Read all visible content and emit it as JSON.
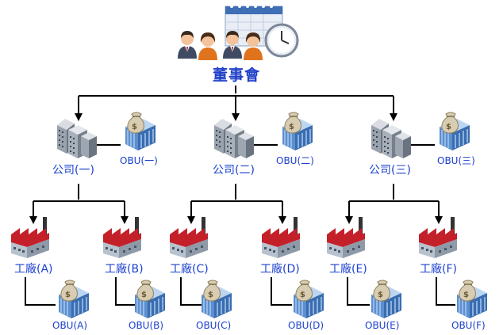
{
  "board": {
    "label": "董事會"
  },
  "companies": [
    {
      "label": "公司(一)",
      "obu": "OBU(一)"
    },
    {
      "label": "公司(二)",
      "obu": "OBU(二)"
    },
    {
      "label": "公司(三)",
      "obu": "OBU(三)"
    }
  ],
  "factories": [
    {
      "label": "工廠(A)",
      "obu": "OBU(A)"
    },
    {
      "label": "工廠(B)",
      "obu": "OBU(B)"
    },
    {
      "label": "工廠(C)",
      "obu": "OBU(C)"
    },
    {
      "label": "工廠(D)",
      "obu": "OBU(D)"
    },
    {
      "label": "工廠(E)",
      "obu": "OBU(E)"
    },
    {
      "label": "工廠(F)",
      "obu": "OBU(F)"
    }
  ],
  "colors": {
    "label": "#1a3fd0",
    "line": "#000000",
    "roof": "#b81e1e",
    "building": "#4a7fc0"
  },
  "icons": {
    "board": "people-meeting-icon",
    "company": "office-building-icon",
    "obu": "money-bank-icon",
    "factory": "factory-icon"
  }
}
